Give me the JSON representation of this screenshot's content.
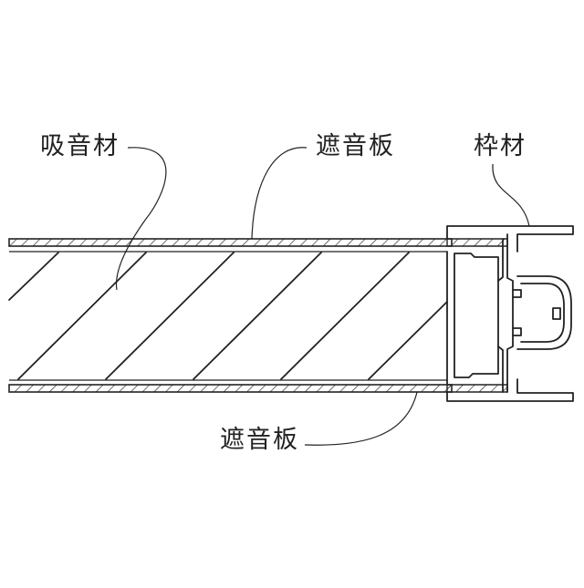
{
  "diagram": {
    "title": "",
    "labels": {
      "sound_absorbing_material": "吸音材",
      "top_sound_insulation_plate": "遮音板",
      "frame_material": "枠材",
      "bottom_sound_insulation_plate": "遮音板"
    },
    "colors": {
      "line": "#222222",
      "background": "#ffffff"
    }
  }
}
